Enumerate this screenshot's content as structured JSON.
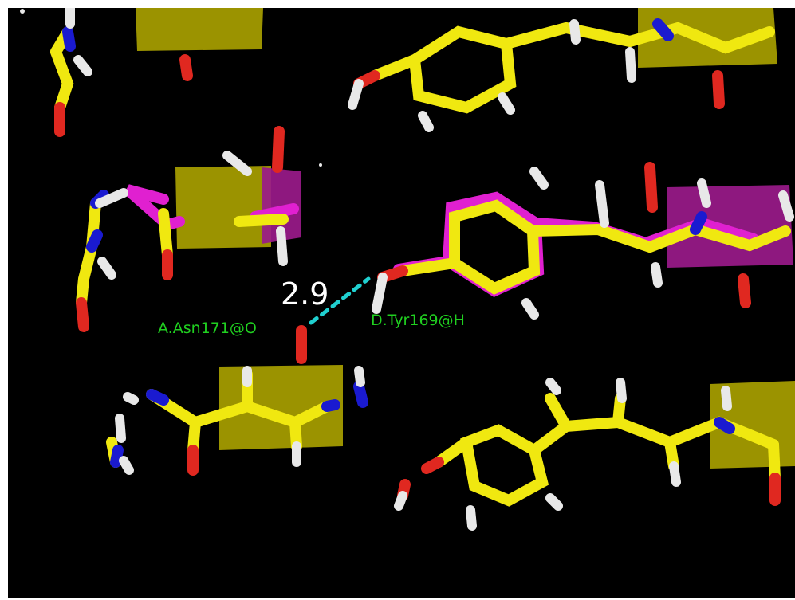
{
  "viewer": {
    "background_color": "#000000",
    "frame_color": "#ffffff"
  },
  "colors": {
    "carbon_model_a": "#f0e810",
    "carbon_model_b": "#e020d0",
    "plane_model_a": "#a8a000",
    "plane_model_b": "#9a1a8a",
    "oxygen": "#e02820",
    "nitrogen": "#1a1ad0",
    "hydrogen": "#e8e8e8",
    "distance_dashes": "#20d0d0",
    "distance_text": "#ffffff",
    "atom_label_text": "#20d020"
  },
  "measurement": {
    "distance_value": "2.9",
    "atom_label_left": "A.Asn171@O",
    "atom_label_right": "D.Tyr169@H"
  }
}
